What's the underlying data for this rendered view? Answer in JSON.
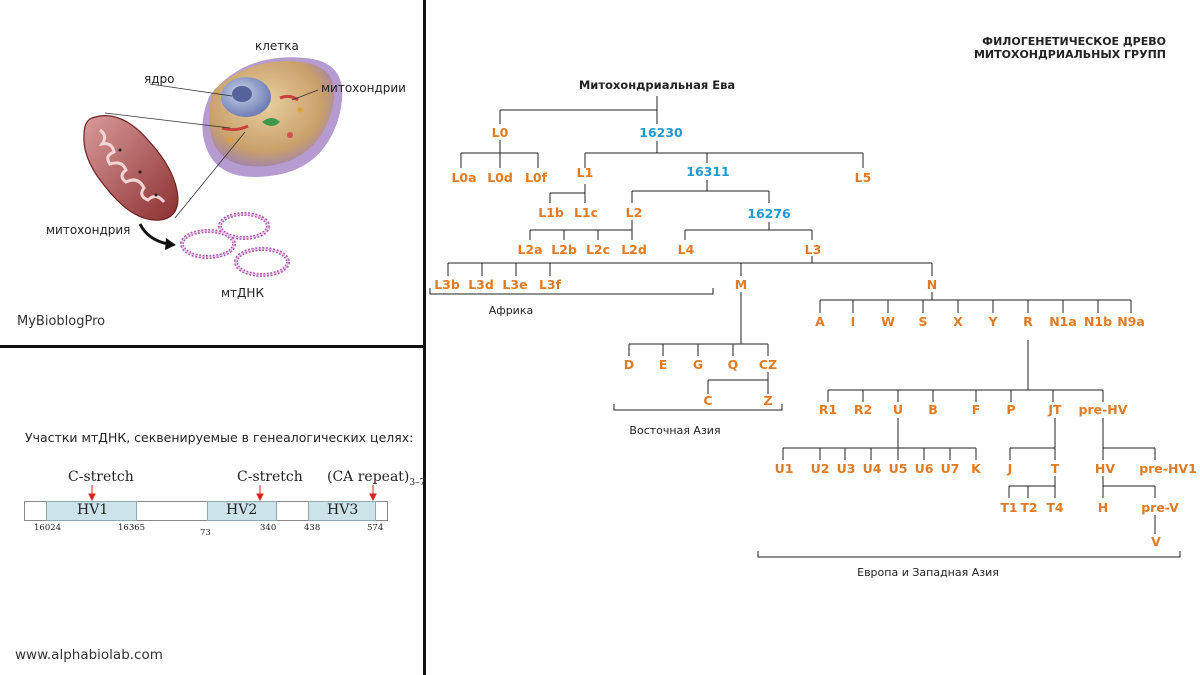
{
  "cell_panel": {
    "labels": {
      "cell": "клетка",
      "nucleus": "ядро",
      "mitochondria": "митохондрии",
      "mitochondrion": "митохондрия",
      "mtdna": "мтДНК"
    },
    "credit": "MyBioblogPro"
  },
  "regions_panel": {
    "title": "Участки мтДНК, секвенируемые в генеалогических целях:",
    "annotations": {
      "c_stretch_1": "C-stretch",
      "c_stretch_2": "C-stretch",
      "ca_repeat": "(CA repeat)",
      "ca_repeat_sub": "3–7"
    },
    "regions": [
      {
        "label": "HV1",
        "start": "16024",
        "end": "16365"
      },
      {
        "label": "HV2",
        "start": "73",
        "end": "340"
      },
      {
        "label": "HV3",
        "start": "438",
        "end": "574"
      }
    ],
    "footer": "www.alphabiolab.com"
  },
  "tree": {
    "title_line1": "ФИЛОГЕНЕТИЧЕСКОЕ ДРЕВО",
    "title_line2": "МИТОХОНДРИАЛЬНЫХ ГРУПП",
    "root": "Митохондриальная Ева",
    "regions": {
      "africa": "Африка",
      "east_asia": "Восточная Азия",
      "europe": "Европа и Западная Азия"
    },
    "colors": {
      "haplogroup": "#e07b25",
      "mutation": "#1f9ad6"
    },
    "nodes": {
      "L0": "L0",
      "m16230": "16230",
      "L0a": "L0a",
      "L0d": "L0d",
      "L0f": "L0f",
      "L1": "L1",
      "m16311": "16311",
      "L5": "L5",
      "L1b": "L1b",
      "L1c": "L1c",
      "L2": "L2",
      "m16276": "16276",
      "L2a": "L2a",
      "L2b": "L2b",
      "L2c": "L2c",
      "L2d": "L2d",
      "L4": "L4",
      "L3": "L3",
      "L3b": "L3b",
      "L3d": "L3d",
      "L3e": "L3e",
      "L3f": "L3f",
      "M": "M",
      "N": "N",
      "D": "D",
      "E": "E",
      "G": "G",
      "Q": "Q",
      "CZ": "CZ",
      "C": "C",
      "Z": "Z",
      "A": "A",
      "I": "I",
      "W": "W",
      "S": "S",
      "X": "X",
      "Y": "Y",
      "R": "R",
      "N1a": "N1a",
      "N1b": "N1b",
      "N9a": "N9a",
      "R1": "R1",
      "R2": "R2",
      "U": "U",
      "B": "B",
      "F": "F",
      "P": "P",
      "JT": "JT",
      "preHV": "pre-HV",
      "U1": "U1",
      "U2": "U2",
      "U3": "U3",
      "U4": "U4",
      "U5": "U5",
      "U6": "U6",
      "U7": "U7",
      "K": "K",
      "J": "J",
      "T": "T",
      "HV": "HV",
      "preHV1": "pre-HV1",
      "T1": "T1",
      "T2": "T2",
      "T4": "T4",
      "H": "H",
      "preV": "pre-V",
      "V": "V"
    }
  }
}
